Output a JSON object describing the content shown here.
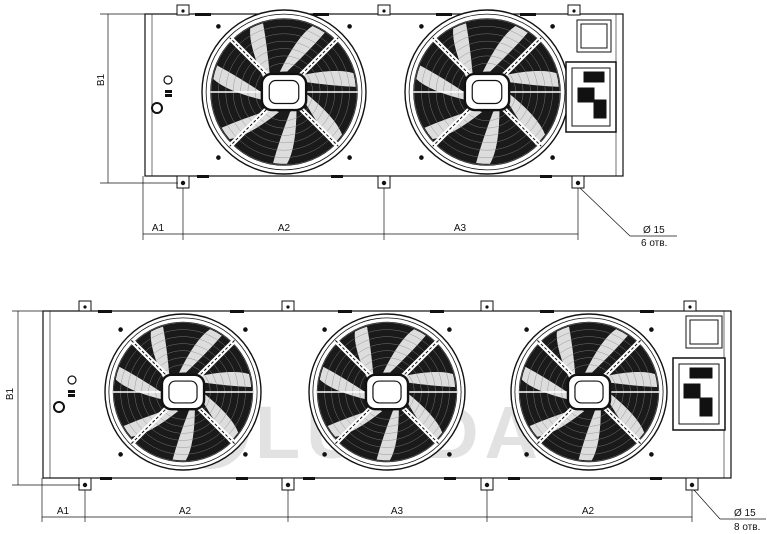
{
  "watermark": {
    "text": "LUNDA",
    "color": "#e2e2e2"
  },
  "unit_top": {
    "height_label": "B1",
    "dims": [
      "A1",
      "A2",
      "A3"
    ],
    "hole_diameter": "Ø 15",
    "hole_count": "6 отв.",
    "fans": 2
  },
  "unit_bottom": {
    "height_label": "B1",
    "dims": [
      "A1",
      "A2",
      "A3",
      "A2"
    ],
    "hole_diameter": "Ø 15",
    "hole_count": "8 отв.",
    "fans": 3
  },
  "colors": {
    "line": "#111111",
    "fill_dark": "#1a1a1a"
  }
}
